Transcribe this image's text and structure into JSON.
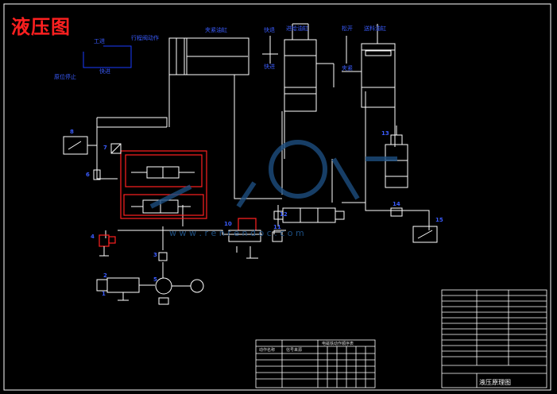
{
  "title": "液压图",
  "labels": {
    "l_gongjin": "工进",
    "l_kuaijin_top": "快进",
    "l_yuanwei": "原位停止",
    "l_xingcheng": "行程阀动作",
    "l_jiajin_gang": "夹紧油缸",
    "l_kuaitui_a": "快退",
    "l_gongjin_gang": "进给油缸",
    "l_kuaijin_mid": "快进",
    "l_songkai": "松开",
    "l_jiajin": "夹紧",
    "l_songjin_gang": "送料油缸",
    "watermark": "w w w . r e n r e n d o c . c o m"
  },
  "component_numbers": [
    "8",
    "7",
    "6",
    "3",
    "4",
    "5",
    "2",
    "1",
    "10",
    "11",
    "12",
    "13",
    "14",
    "15"
  ],
  "valve_table": {
    "title": "电磁铁动作顺序表",
    "headers": [
      "动作名称",
      "信号来源"
    ],
    "rows": 7
  },
  "title_block": {
    "drawing_name": "液压原理图",
    "rows": 14
  }
}
